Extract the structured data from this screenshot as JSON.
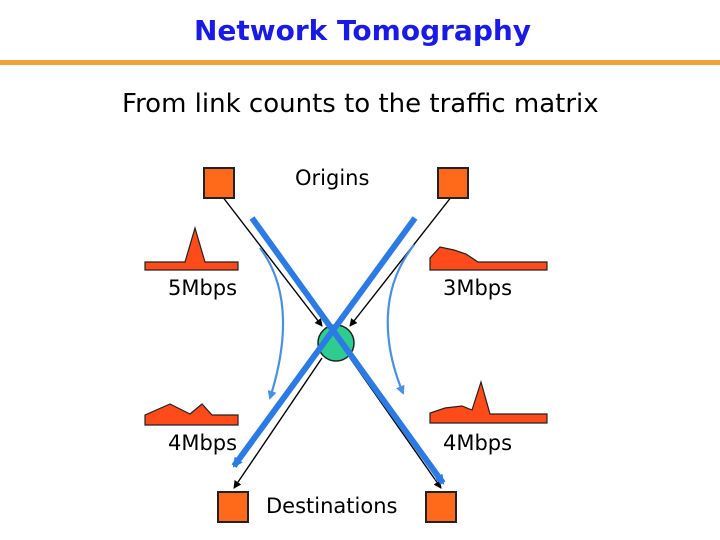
{
  "title": "Network Tomography",
  "subtitle": "From link counts to the traffic matrix",
  "labels": {
    "origins": "Origins",
    "destinations": "Destinations"
  },
  "links": {
    "top_left": "5Mbps",
    "top_right": "3Mbps",
    "bottom_left": "4Mbps",
    "bottom_right": "4Mbps"
  },
  "colors": {
    "title": "#1a1ae6",
    "rule": "#f2a23a",
    "node_fill": "#ff6a1a",
    "node_stroke": "#222222",
    "router_fill": "#2ecc8f",
    "flow_arrow": "#2c7be5",
    "split_arrow": "#4a90e2",
    "traffic_fill": "#ff4a1a"
  }
}
